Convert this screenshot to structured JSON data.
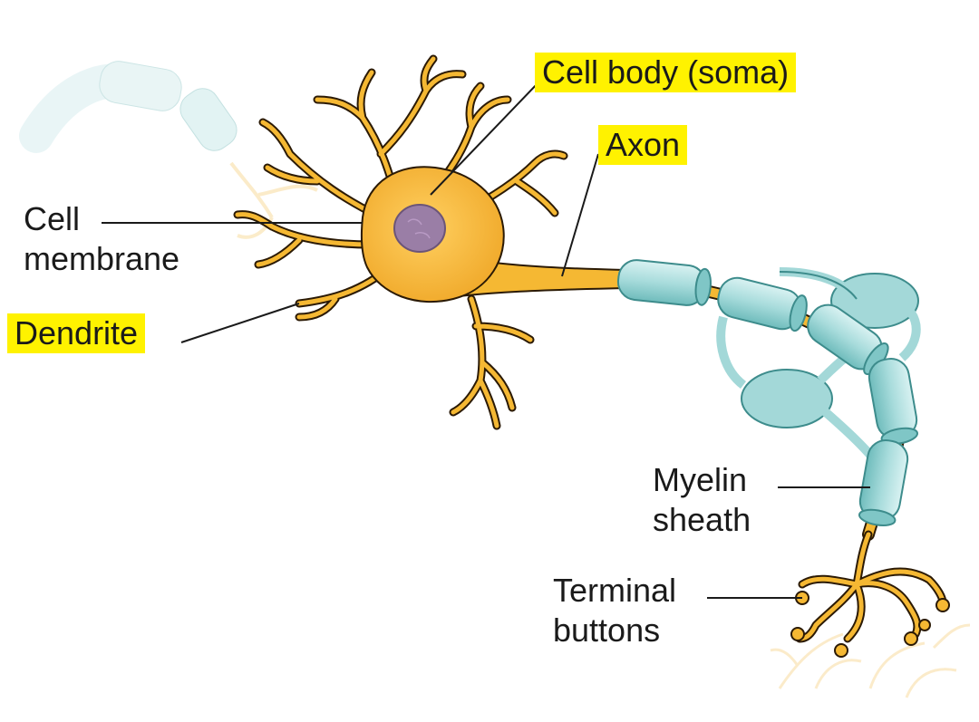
{
  "labels": {
    "cell_body": "Cell body (soma)",
    "axon": "Axon",
    "cell_membrane": [
      "Cell",
      "membrane"
    ],
    "dendrite": "Dendrite",
    "myelin_sheath": [
      "Myelin",
      "sheath"
    ],
    "terminal_buttons": [
      "Terminal",
      "buttons"
    ]
  },
  "highlighted_labels": [
    "Cell body (soma)",
    "Axon",
    "Dendrite"
  ],
  "colors": {
    "highlight": "#fff200",
    "neuron": "#f5b833",
    "neuron_outline": "#2b1a05",
    "nucleus": "#9a7ea6",
    "myelin": "#a8dcdc",
    "myelin_outline": "#3d8c8c"
  }
}
